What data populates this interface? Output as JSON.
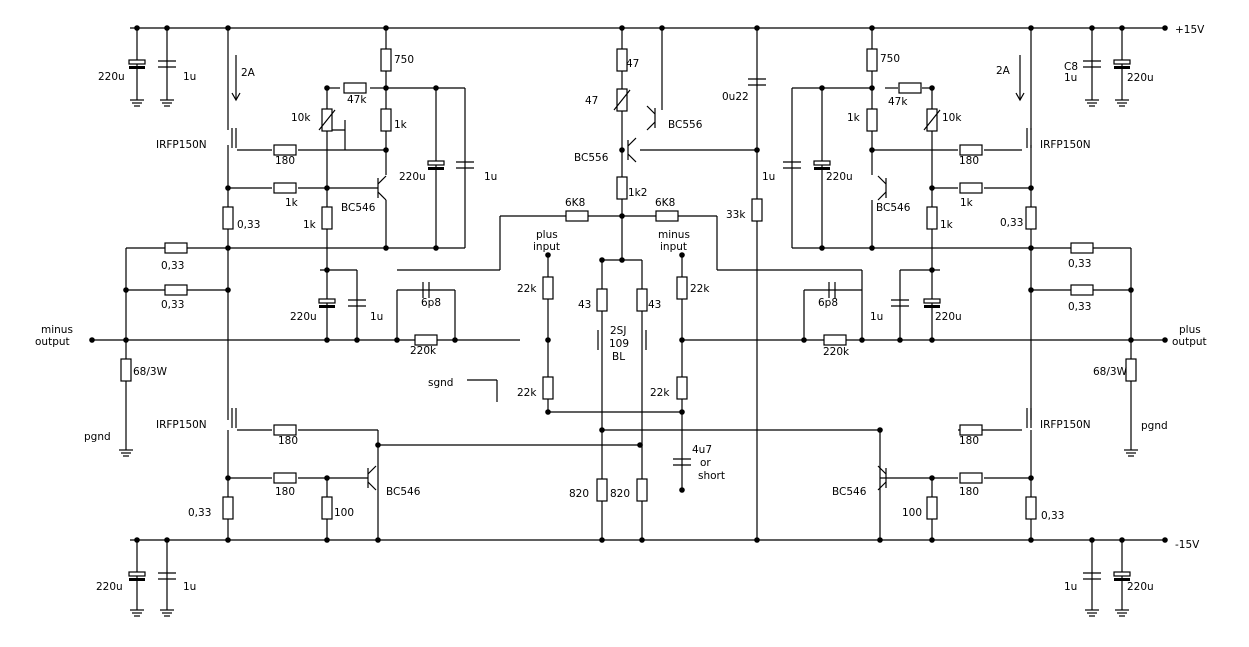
{
  "rails": {
    "positive": "+15V",
    "negative": "-15V"
  },
  "ports": {
    "minus_output": [
      "minus",
      "output"
    ],
    "plus_output": [
      "plus",
      "output"
    ],
    "plus_input": [
      "plus",
      "input"
    ],
    "minus_input": [
      "minus",
      "input"
    ],
    "signal_ground": "sgnd",
    "power_ground_left": "pgnd",
    "power_ground_right": "pgnd"
  },
  "current_arrows": {
    "left": "2A",
    "right": "2A"
  },
  "mosfets": {
    "left_top": "IRFP150N",
    "left_bottom": "IRFP150N",
    "right_top": "IRFP150N",
    "right_bottom": "IRFP150N"
  },
  "transistors": {
    "left_top": "BC546",
    "left_bottom": "BC546",
    "right_top": "BC546",
    "right_bottom": "BC546",
    "center_upper": "BC556",
    "center_lower": "BC556"
  },
  "jfet": [
    "2SJ",
    "109",
    "BL"
  ],
  "capacitors": {
    "supply_left_top_electrolytic": "220u",
    "supply_left_top": "1u",
    "supply_left_bottom_electrolytic": "220u",
    "supply_left_bottom": "1u",
    "supply_right_top_designator": "C8",
    "supply_right_top": "1u",
    "supply_right_top_electrolytic": "220u",
    "supply_right_bottom": "1u",
    "supply_right_bottom_electrolytic": "220u",
    "left_bias_electrolytic": "220u",
    "left_bias": "1u",
    "right_bias": "1u",
    "right_bias_electrolytic": "220u",
    "left_fb_electrolytic": "220u",
    "left_fb": "1u",
    "right_fb": "1u",
    "right_fb_electrolytic": "220u",
    "left_feedback": "6p8",
    "right_feedback": "6p8",
    "center_decoupling": "0u22",
    "input_bypass": [
      "4u7",
      "or",
      "short"
    ]
  },
  "resistors": {
    "left_750": "750",
    "left_47k": "47k",
    "left_10k_pot": "10k",
    "left_1k_top": "1k",
    "left_180_top": "180",
    "left_1k_base": "1k",
    "left_1k_vert": "1k",
    "left_033_source": "0,33",
    "left_033_out_a": "0,33",
    "left_033_out_b": "0,33",
    "left_68": "68/3W",
    "left_220k": "220k",
    "left_180_bot_gate": "180",
    "left_180_bot_base": "180",
    "left_100": "100",
    "left_033_bot": "0,33",
    "right_750": "750",
    "right_47k": "47k",
    "right_10k_pot": "10k",
    "right_1k_top": "1k",
    "right_180_top": "180",
    "right_1k_base": "1k",
    "right_1k_vert": "1k",
    "right_033_source": "0,33",
    "right_033_out_a": "0,33",
    "right_033_out_b": "0,33",
    "right_68": "68/3W",
    "right_220k": "220k",
    "right_180_bot_gate": "180",
    "right_180_bot_base": "180",
    "right_100": "100",
    "right_033_bot": "0,33",
    "center_47": "47",
    "center_47_pot": "47",
    "center_1k2": "1k2",
    "center_6k8_left": "6K8",
    "center_6k8_right": "6K8",
    "center_43_left": "43",
    "center_43_right": "43",
    "center_33k": "33k",
    "input_22k_plus_top": "22k",
    "input_22k_plus_bot": "22k",
    "input_22k_minus_top": "22k",
    "input_22k_minus_bot": "22k",
    "center_820_left": "820",
    "center_820_right": "820"
  }
}
